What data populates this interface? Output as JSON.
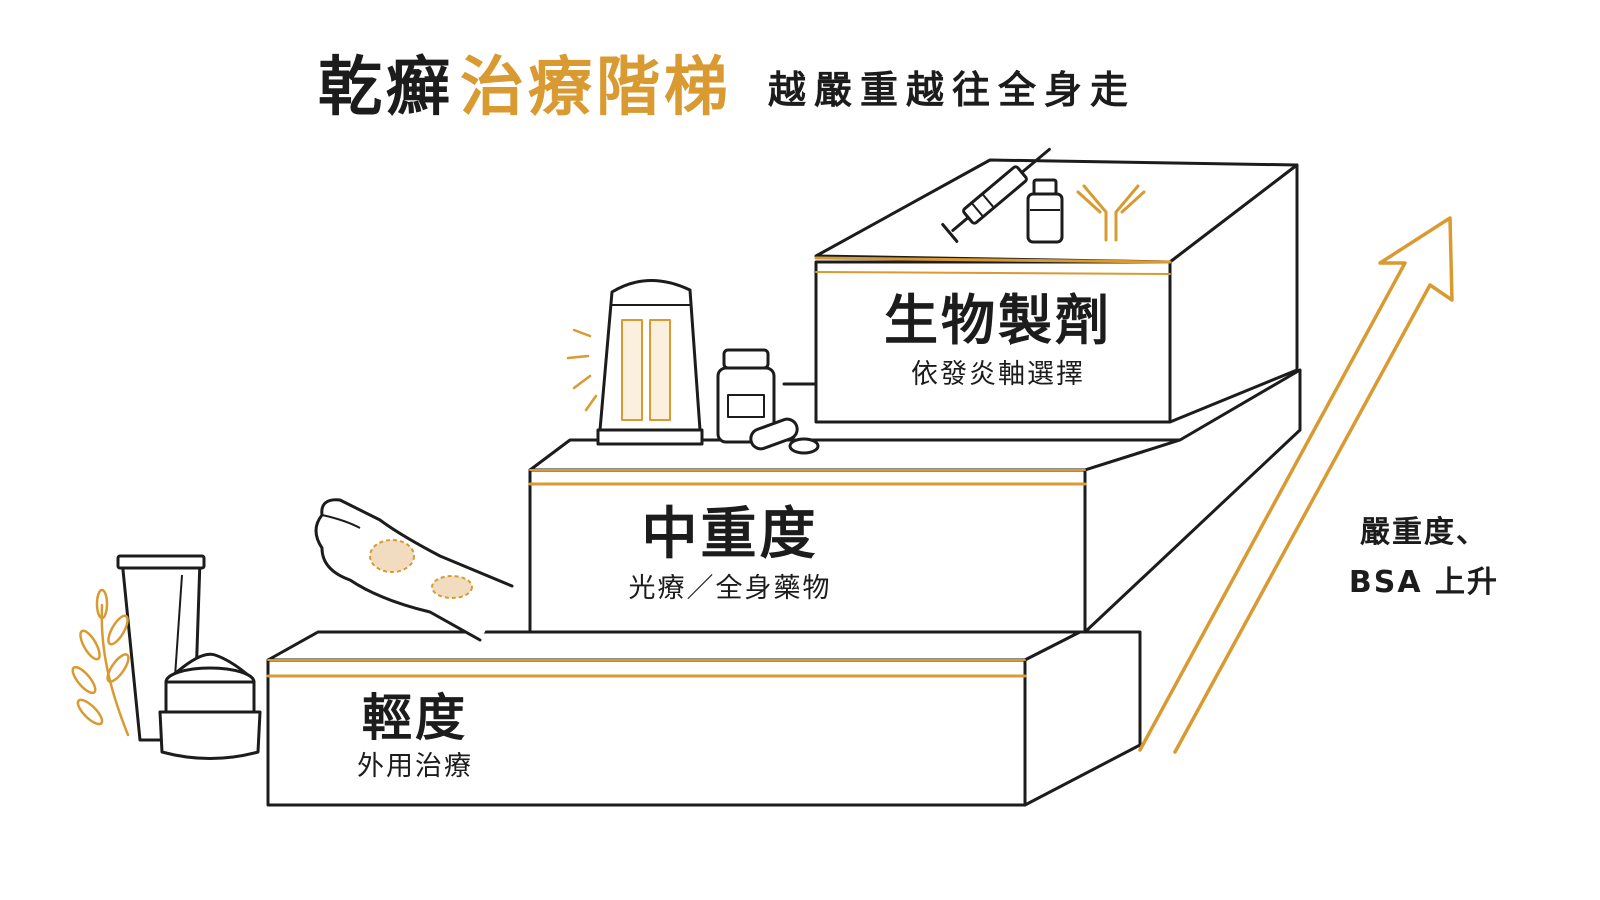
{
  "title": {
    "part1": "乾癬",
    "part2": "治療階梯",
    "subtitle": "越嚴重越往全身走"
  },
  "steps": [
    {
      "main": "輕度",
      "sub": "外用治療"
    },
    {
      "main": "中重度",
      "sub": "光療／全身藥物"
    },
    {
      "main": "生物製劑",
      "sub": "依發炎軸選擇"
    }
  ],
  "arrow_label": {
    "line1": "嚴重度、",
    "line2": "BSA 上升"
  },
  "colors": {
    "accent": "#d99a32",
    "ink": "#1c1c1c",
    "background": "#ffffff"
  },
  "icons": [
    "cream-tube-icon",
    "cream-jar-icon",
    "leaf-sprig-icon",
    "skin-patch-hand-icon",
    "phototherapy-booth-icon",
    "pill-bottle-icon",
    "capsule-icon",
    "syringe-icon",
    "vial-icon",
    "antibody-icon",
    "upward-arrow-icon"
  ]
}
